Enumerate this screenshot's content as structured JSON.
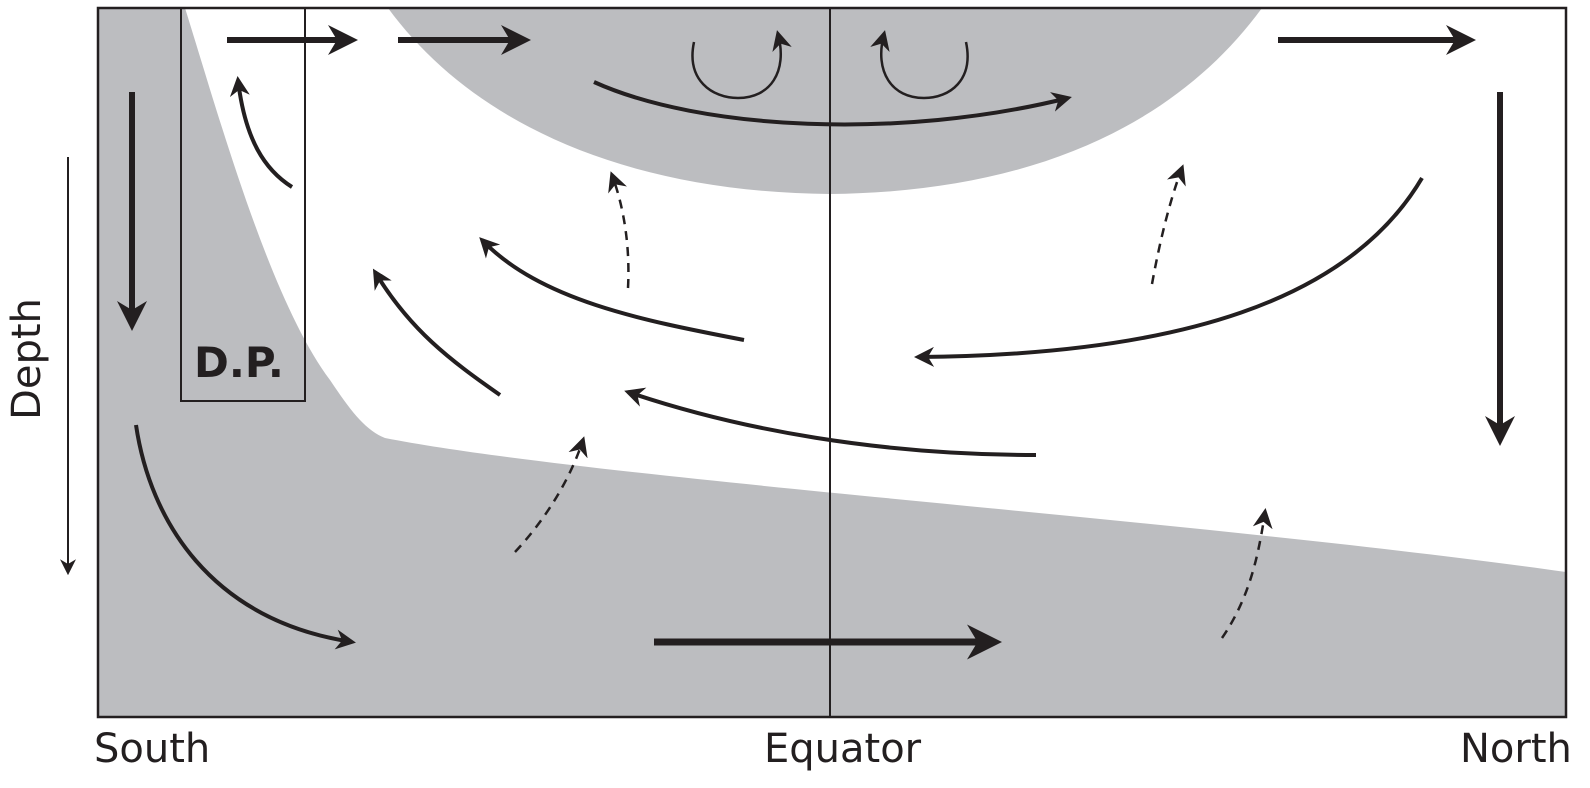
{
  "diagram": {
    "labels": {
      "south": "South",
      "equator": "Equator",
      "north": "North",
      "depth": "Depth",
      "dp": "D.P."
    },
    "colors": {
      "shade": "#bcbdc0",
      "ink": "#231f20",
      "background": "#ffffff"
    },
    "arrow_styles": {
      "solid": "thick solid circulation arrow",
      "dashed": "dashed upwelling arrow"
    }
  }
}
